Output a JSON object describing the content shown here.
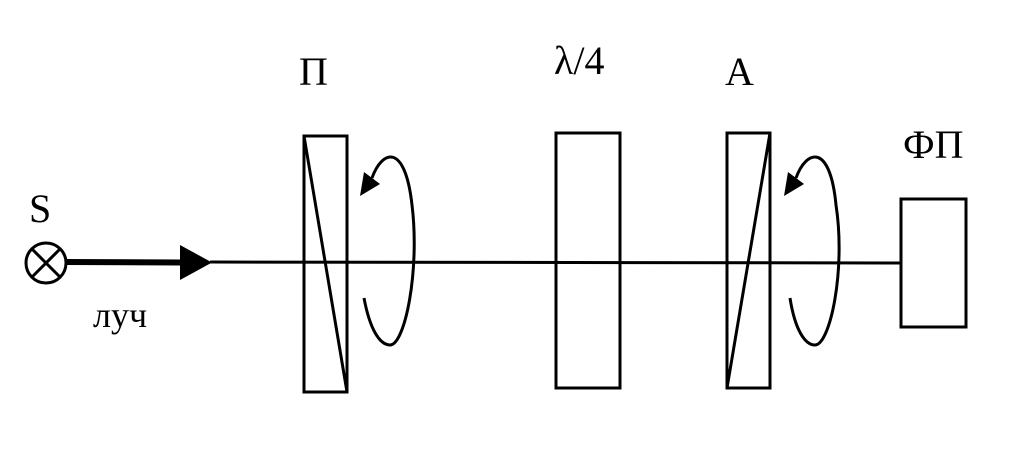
{
  "labels": {
    "source": "S",
    "beam": "луч",
    "polarizer": "П",
    "quarter_wave_plate": "λ/4",
    "analyzer": "А",
    "photodetector": "ФП"
  }
}
